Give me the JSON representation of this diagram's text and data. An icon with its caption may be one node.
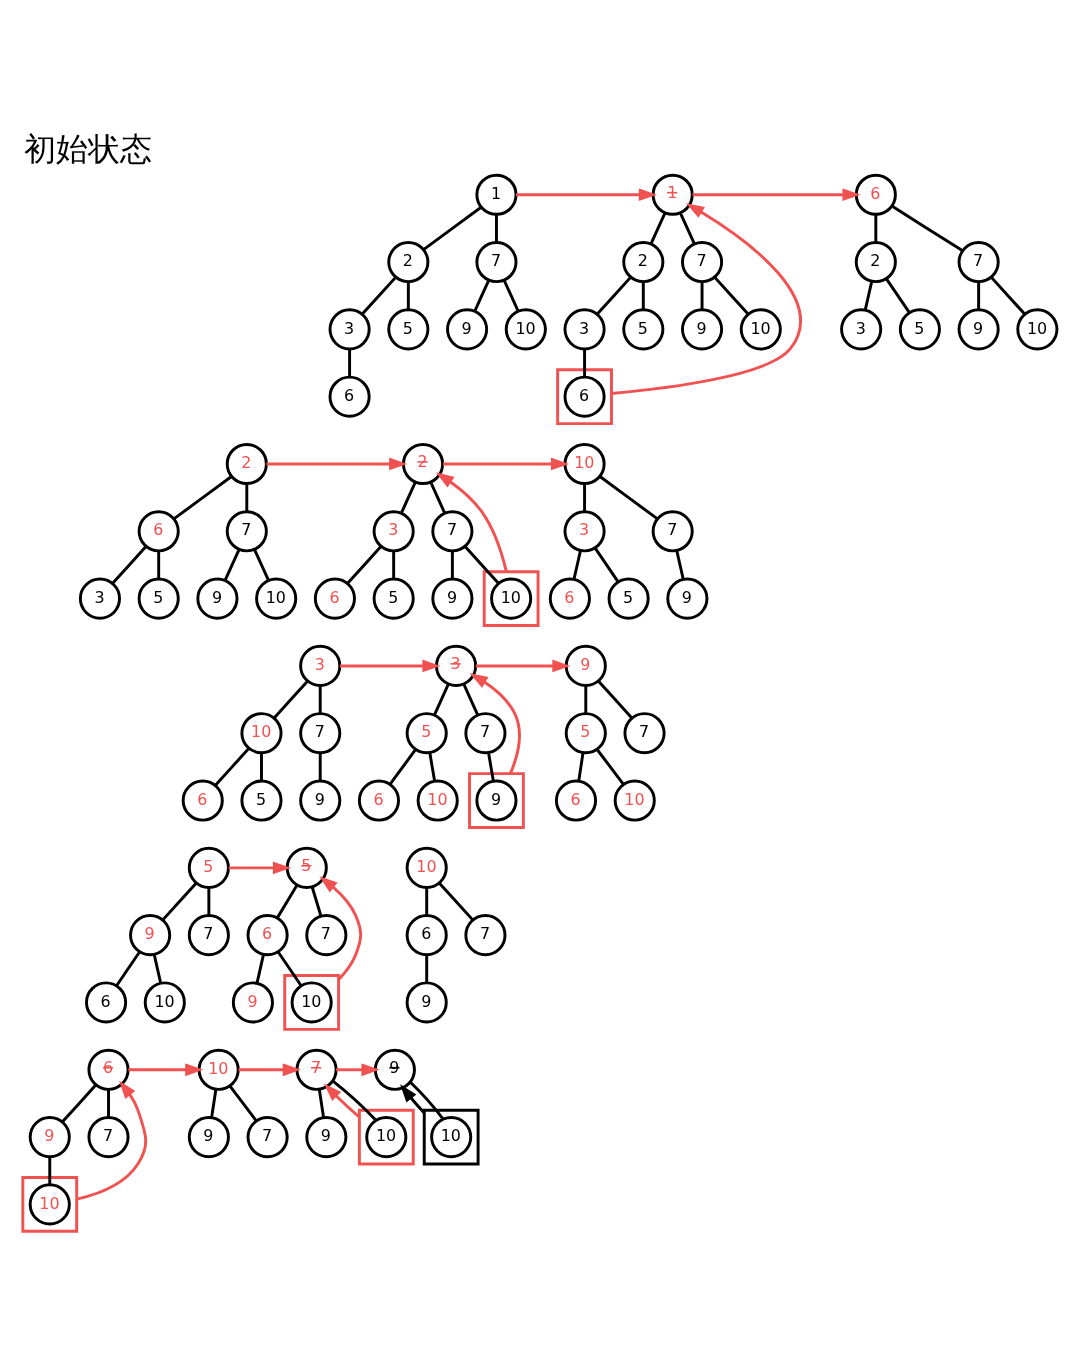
{
  "diagram": {
    "title": "初始状态",
    "nodes": [
      {
        "text": [
          "1"
        ]
      },
      {
        "text": [
          "2"
        ]
      },
      {
        "text": [
          "7"
        ]
      },
      {
        "text": [
          "3"
        ]
      },
      {
        "text": [
          "5"
        ]
      },
      {
        "text": [
          "9"
        ]
      },
      {
        "text": [
          "10"
        ]
      },
      {
        "text": [
          "6"
        ]
      },
      {
        "text": [
          "1"
        ]
      },
      {
        "text": [
          "2"
        ]
      },
      {
        "text": [
          "7"
        ]
      },
      {
        "text": [
          "3"
        ]
      },
      {
        "text": [
          "5"
        ]
      },
      {
        "text": [
          "9"
        ]
      },
      {
        "text": [
          "10"
        ]
      },
      {
        "text": [],
        "shape": "box"
      },
      {
        "text": [
          "6"
        ],
        "in": 15
      },
      {
        "text": [
          "6"
        ]
      },
      {
        "text": [
          "2"
        ]
      },
      {
        "text": [
          "7"
        ]
      },
      {
        "text": [
          "3"
        ]
      },
      {
        "text": [
          "5"
        ]
      },
      {
        "text": [
          "9"
        ]
      },
      {
        "text": [
          "10"
        ]
      },
      {
        "text": [
          "2"
        ]
      },
      {
        "text": [
          "6"
        ]
      },
      {
        "text": [
          "7"
        ]
      },
      {
        "text": [
          "3"
        ]
      },
      {
        "text": [
          "5"
        ]
      },
      {
        "text": [
          "9"
        ]
      },
      {
        "text": [
          "10"
        ]
      },
      {
        "text": [
          "2"
        ]
      },
      {
        "text": [
          "3"
        ]
      },
      {
        "text": [
          "7"
        ]
      },
      {
        "text": [
          "6"
        ]
      },
      {
        "text": [
          "5"
        ]
      },
      {
        "text": [
          "9"
        ]
      },
      {
        "text": [],
        "shape": "box"
      },
      {
        "text": [
          "10"
        ],
        "in": 37
      },
      {
        "text": [
          "10"
        ]
      },
      {
        "text": [
          "3"
        ]
      },
      {
        "text": [
          "7"
        ]
      },
      {
        "text": [
          "6"
        ]
      },
      {
        "text": [
          "5"
        ]
      },
      {
        "text": [
          "9"
        ]
      },
      {
        "text": [
          "3"
        ]
      },
      {
        "text": [
          "10"
        ]
      },
      {
        "text": [
          "7"
        ]
      },
      {
        "text": [
          "6"
        ]
      },
      {
        "text": [
          "5"
        ]
      },
      {
        "text": [
          "9"
        ]
      },
      {
        "text": [
          "3"
        ]
      },
      {
        "text": [
          "5"
        ]
      },
      {
        "text": [
          "7"
        ]
      },
      {
        "text": [
          "6"
        ]
      },
      {
        "text": [
          "10"
        ]
      },
      {
        "text": [],
        "shape": "box"
      },
      {
        "text": [
          "9"
        ],
        "in": 56
      },
      {
        "text": [
          "9"
        ]
      },
      {
        "text": [
          "5"
        ]
      },
      {
        "text": [
          "7"
        ]
      },
      {
        "text": [
          "6"
        ]
      },
      {
        "text": [
          "10"
        ]
      },
      {
        "text": [
          "5"
        ]
      },
      {
        "text": [
          "9"
        ]
      },
      {
        "text": [
          "7"
        ]
      },
      {
        "text": [
          "6"
        ]
      },
      {
        "text": [
          "10"
        ]
      },
      {
        "text": [
          "5"
        ]
      },
      {
        "text": [
          "6"
        ]
      },
      {
        "text": [
          "7"
        ]
      },
      {
        "text": [
          "9"
        ]
      },
      {
        "text": [],
        "shape": "box"
      },
      {
        "text": [
          "10"
        ],
        "in": 72
      },
      {
        "text": [
          "10"
        ]
      },
      {
        "text": [
          "6"
        ]
      },
      {
        "text": [
          "7"
        ]
      },
      {
        "text": [
          "9"
        ]
      },
      {
        "text": [
          "6"
        ]
      },
      {
        "text": [
          "9"
        ]
      },
      {
        "text": [
          "7"
        ]
      },
      {
        "text": [],
        "shape": "box"
      },
      {
        "text": [
          "10"
        ],
        "in": 81
      },
      {
        "text": [
          "10"
        ]
      },
      {
        "text": [
          "9"
        ]
      },
      {
        "text": [
          "7"
        ]
      },
      {
        "text": [
          "7"
        ]
      },
      {
        "text": [
          "9"
        ]
      },
      {
        "text": [],
        "shape": "box"
      },
      {
        "text": [
          "10"
        ],
        "in": 88
      },
      {
        "text": [
          "9"
        ]
      },
      {
        "text": [],
        "shape": "box"
      },
      {
        "text": [
          "10"
        ],
        "in": 91
      }
    ],
    "edges": [
      {
        "from": 0,
        "to": 1,
        "arrow": "none"
      },
      {
        "from": 0,
        "to": 2,
        "arrow": "none"
      },
      {
        "from": 1,
        "to": 3,
        "arrow": "none"
      },
      {
        "from": 1,
        "to": 4,
        "arrow": "none"
      },
      {
        "from": 2,
        "to": 5,
        "arrow": "none"
      },
      {
        "from": 2,
        "to": 6,
        "arrow": "none"
      },
      {
        "from": 3,
        "to": 7,
        "arrow": "none"
      },
      {
        "from": 0,
        "to": 8,
        "arrow": "to",
        "color": "#f05252"
      },
      {
        "from": 8,
        "to": 9,
        "arrow": "none"
      },
      {
        "from": 8,
        "to": 10,
        "arrow": "none"
      },
      {
        "from": 9,
        "to": 11,
        "arrow": "none"
      },
      {
        "from": 9,
        "to": 12,
        "arrow": "none"
      },
      {
        "from": 10,
        "to": 13,
        "arrow": "none"
      },
      {
        "from": 10,
        "to": 14,
        "arrow": "none"
      },
      {
        "from": 11,
        "to": 16,
        "arrow": "none"
      },
      {
        "from": 15,
        "to": 8,
        "arrow": "to",
        "color": "#f05252"
      },
      {
        "from": 8,
        "to": 17,
        "arrow": "to",
        "color": "#f05252"
      },
      {
        "from": 17,
        "to": 18,
        "arrow": "none"
      },
      {
        "from": 17,
        "to": 19,
        "arrow": "none"
      },
      {
        "from": 18,
        "to": 20,
        "arrow": "none"
      },
      {
        "from": 18,
        "to": 21,
        "arrow": "none"
      },
      {
        "from": 19,
        "to": 22,
        "arrow": "none"
      },
      {
        "from": 19,
        "to": 23,
        "arrow": "none"
      },
      {
        "from": 24,
        "to": 25,
        "arrow": "none"
      },
      {
        "from": 24,
        "to": 26,
        "arrow": "none"
      },
      {
        "from": 25,
        "to": 27,
        "arrow": "none"
      },
      {
        "from": 25,
        "to": 28,
        "arrow": "none"
      },
      {
        "from": 26,
        "to": 29,
        "arrow": "none"
      },
      {
        "from": 26,
        "to": 30,
        "arrow": "none"
      },
      {
        "from": 24,
        "to": 31,
        "arrow": "to",
        "color": "#f05252"
      },
      {
        "from": 31,
        "to": 32,
        "arrow": "none"
      },
      {
        "from": 31,
        "to": 33,
        "arrow": "none"
      },
      {
        "from": 32,
        "to": 34,
        "arrow": "none"
      },
      {
        "from": 32,
        "to": 35,
        "arrow": "none"
      },
      {
        "from": 33,
        "to": 36,
        "arrow": "none"
      },
      {
        "from": 33,
        "to": 38,
        "arrow": "none"
      },
      {
        "from": 37,
        "to": 31,
        "arrow": "to",
        "color": "#f05252"
      },
      {
        "from": 31,
        "to": 39,
        "arrow": "to",
        "color": "#f05252"
      },
      {
        "from": 39,
        "to": 40,
        "arrow": "none"
      },
      {
        "from": 39,
        "to": 41,
        "arrow": "none"
      },
      {
        "from": 40,
        "to": 42,
        "arrow": "none"
      },
      {
        "from": 40,
        "to": 43,
        "arrow": "none"
      },
      {
        "from": 41,
        "to": 44,
        "arrow": "none"
      },
      {
        "from": 45,
        "to": 46,
        "arrow": "none"
      },
      {
        "from": 45,
        "to": 47,
        "arrow": "none"
      },
      {
        "from": 46,
        "to": 48,
        "arrow": "none"
      },
      {
        "from": 46,
        "to": 49,
        "arrow": "none"
      },
      {
        "from": 47,
        "to": 50,
        "arrow": "none"
      },
      {
        "from": 45,
        "to": 51,
        "arrow": "to",
        "color": "#f05252"
      },
      {
        "from": 51,
        "to": 52,
        "arrow": "none"
      },
      {
        "from": 51,
        "to": 53,
        "arrow": "none"
      },
      {
        "from": 52,
        "to": 54,
        "arrow": "none"
      },
      {
        "from": 52,
        "to": 55,
        "arrow": "none"
      },
      {
        "from": 53,
        "to": 57,
        "arrow": "none"
      },
      {
        "from": 56,
        "to": 51,
        "arrow": "to",
        "color": "#f05252"
      },
      {
        "from": 51,
        "to": 58,
        "arrow": "to",
        "color": "#f05252"
      },
      {
        "from": 58,
        "to": 59,
        "arrow": "none"
      },
      {
        "from": 58,
        "to": 60,
        "arrow": "none"
      },
      {
        "from": 59,
        "to": 61,
        "arrow": "none"
      },
      {
        "from": 59,
        "to": 62,
        "arrow": "none"
      },
      {
        "from": 63,
        "to": 64,
        "arrow": "none"
      },
      {
        "from": 63,
        "to": 65,
        "arrow": "none"
      },
      {
        "from": 64,
        "to": 66,
        "arrow": "none"
      },
      {
        "from": 64,
        "to": 67,
        "arrow": "none"
      },
      {
        "from": 63,
        "to": 68,
        "arrow": "to",
        "color": "#f05252"
      },
      {
        "from": 68,
        "to": 69,
        "arrow": "none"
      },
      {
        "from": 68,
        "to": 70,
        "arrow": "none"
      },
      {
        "from": 69,
        "to": 71,
        "arrow": "none"
      },
      {
        "from": 69,
        "to": 73,
        "arrow": "none"
      },
      {
        "from": 72,
        "to": 68,
        "arrow": "to",
        "color": "#f05252"
      },
      {
        "from": 74,
        "to": 75,
        "arrow": "none"
      },
      {
        "from": 74,
        "to": 76,
        "arrow": "none"
      },
      {
        "from": 75,
        "to": 77,
        "arrow": "none"
      },
      {
        "from": 78,
        "to": 79,
        "arrow": "none"
      },
      {
        "from": 78,
        "to": 80,
        "arrow": "none"
      },
      {
        "from": 79,
        "to": 82,
        "arrow": "none"
      },
      {
        "from": 81,
        "to": 78,
        "arrow": "to",
        "color": "#f05252"
      },
      {
        "from": 78,
        "to": 83,
        "arrow": "to",
        "color": "#f05252"
      },
      {
        "from": 83,
        "to": 84,
        "arrow": "none"
      },
      {
        "from": 83,
        "to": 85,
        "arrow": "none"
      },
      {
        "from": 83,
        "to": 86,
        "arrow": "to",
        "color": "#f05252"
      },
      {
        "from": 86,
        "to": 87,
        "arrow": "none"
      },
      {
        "from": 86,
        "to": 89,
        "arrow": "none"
      },
      {
        "from": 88,
        "to": 86,
        "arrow": "to",
        "color": "#f05252"
      },
      {
        "from": 86,
        "to": 90,
        "arrow": "to",
        "color": "#f05252"
      },
      {
        "from": 90,
        "to": 92,
        "arrow": "none"
      },
      {
        "from": 91,
        "to": 90,
        "arrow": "to"
      }
    ]
  }
}
